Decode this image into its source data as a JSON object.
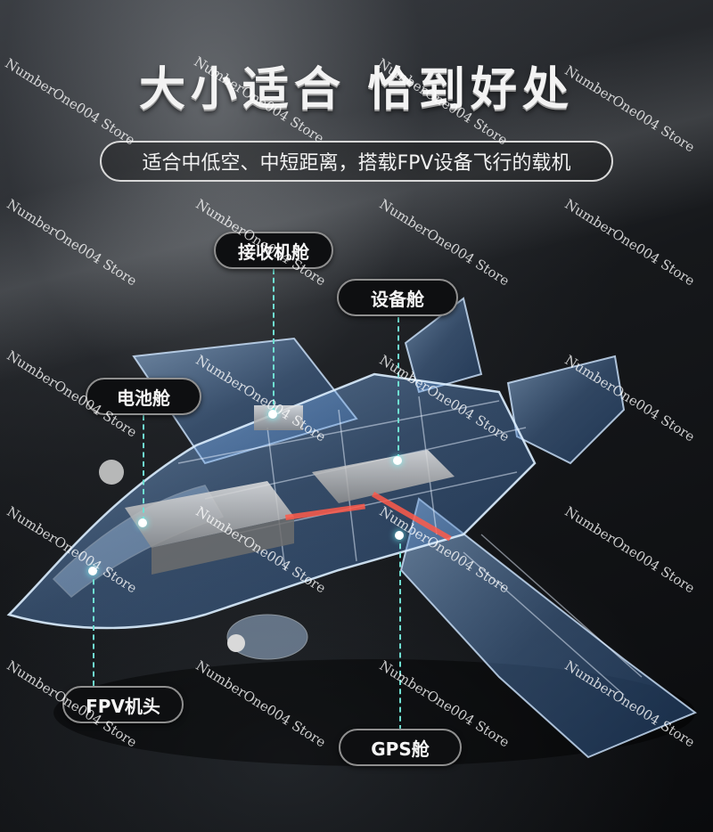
{
  "headline": "大小适合 恰到好处",
  "subtitle": "适合中低空、中短距离，搭载FPV设备飞行的载机",
  "labels": {
    "receiver_bay": "接收机舱",
    "equipment_bay": "设备舱",
    "battery_bay": "电池舱",
    "fpv_nose": "FPV机头",
    "gps_bay": "GPS舱"
  },
  "watermark": "NumberOne004 Store",
  "colors": {
    "airframe": "#7fb6ff",
    "leader_line": "#6fe0d2",
    "label_bg": "#0e0f11",
    "heater_strip": "#ff5a4a"
  }
}
